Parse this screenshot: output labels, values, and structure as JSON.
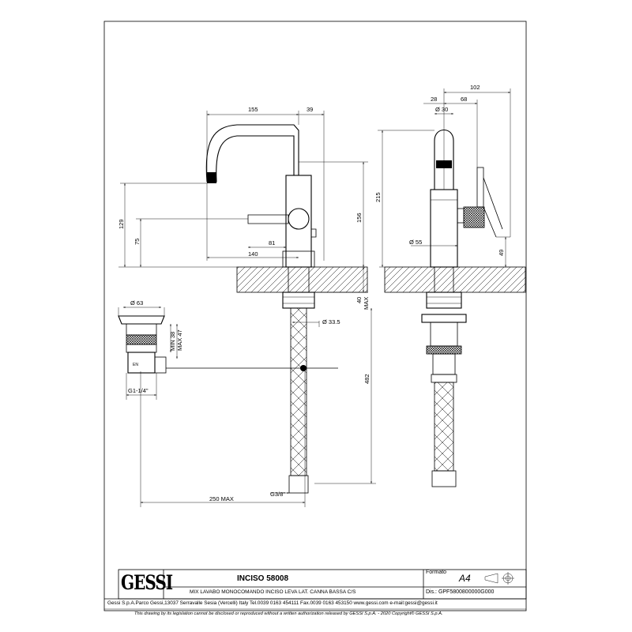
{
  "title_block": {
    "logo_text": "GESSI",
    "product": "INCISO 58008",
    "description": "MIX LAVABO MONOCOMANDO INCISO LEVA LAT. CANNA BASSA C/S",
    "format_label": "Formato",
    "format_value": "A4",
    "drawing_number": "Dis.: GPF5800800000G000",
    "address": "Gessi S.p.A.Parco Gessi,13037 Serravalle Sesia (Vercelli) Italy Tel.0039 0163 454111 Fax.0039 0163 453150 www.gessi.com e-mail:gessi@gessi.it",
    "copyright": "This drawing by its legislation cannot be disclosed or reproduced without a written authorization released by GESSI S.p.A. - 2020 Copyright® GESSI S.p.A."
  },
  "dimensions": {
    "spout_reach": "155",
    "body_offset": "39",
    "height_129": "129",
    "height_75": "75",
    "width_81": "81",
    "width_140": "140",
    "height_156": "156",
    "max_40": "40",
    "max_label": "MAX",
    "hose_diameter": "Ø 33.5",
    "hose_length": "482",
    "thread_g38": "G3/8\"",
    "max_250": "250 MAX",
    "waste_diameter": "Ø 63",
    "min_38": "MIN 38",
    "max_47": "MAX 47",
    "thread_g114": "G1-1/4\"",
    "side_102": "102",
    "side_28": "28",
    "side_68": "68",
    "side_d30": "Ø 30",
    "side_215": "215",
    "side_d55": "Ø 55",
    "side_49": "49"
  }
}
